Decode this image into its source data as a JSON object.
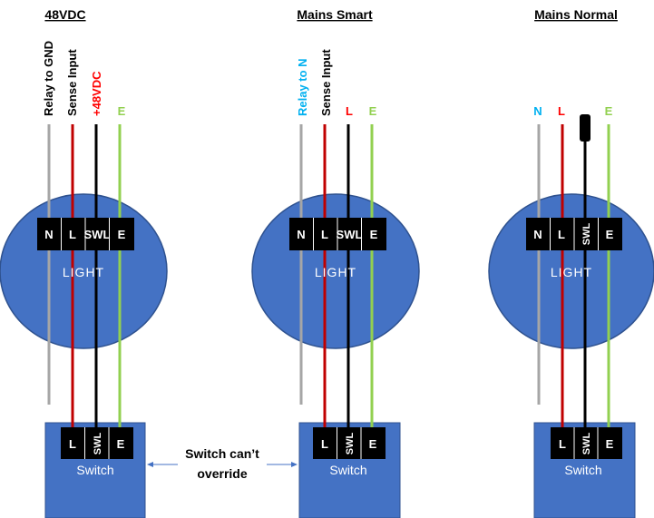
{
  "colors": {
    "light_fill": "#4472C4",
    "light_stroke": "#2F528F",
    "switch_fill": "#4472C4",
    "terminal_fill": "#000000",
    "wire_grey": "#A6A6A6",
    "wire_red": "#C00000",
    "wire_black": "#000000",
    "wire_green": "#92D050",
    "label_cyan": "#00B0F0",
    "label_red": "#FF0000",
    "label_green": "#92D050",
    "label_black": "#000000",
    "arrow": "#4472C4"
  },
  "sections": [
    {
      "header": "48VDC",
      "wire_labels": [
        {
          "text": "Relay to GND",
          "color": "label_black",
          "rotated": true
        },
        {
          "text": "Sense Input",
          "color": "label_black",
          "rotated": true
        },
        {
          "text": "+48VDC",
          "color": "label_red",
          "rotated": true
        },
        {
          "text": "E",
          "color": "label_green",
          "rotated": false
        }
      ],
      "light_terminals": [
        "N",
        "L",
        "SWL",
        "E"
      ],
      "light_label": "LIGHT",
      "switch_terminals": [
        "L",
        "SWL",
        "E"
      ],
      "switch_label": "Switch"
    },
    {
      "header": "Mains Smart",
      "wire_labels": [
        {
          "text": "Relay to N",
          "color": "label_cyan",
          "rotated": true
        },
        {
          "text": "Sense Input",
          "color": "label_black",
          "rotated": true
        },
        {
          "text": "L",
          "color": "label_red",
          "rotated": false
        },
        {
          "text": "E",
          "color": "label_green",
          "rotated": false
        }
      ],
      "light_terminals": [
        "N",
        "L",
        "SWL",
        "E"
      ],
      "light_label": "LIGHT",
      "switch_terminals": [
        "L",
        "SWL",
        "E"
      ],
      "switch_label": "Switch"
    },
    {
      "header": "Mains Normal",
      "wire_labels": [
        {
          "text": "N",
          "color": "label_cyan",
          "rotated": false
        },
        {
          "text": "L",
          "color": "label_red",
          "rotated": false
        },
        {
          "text": "",
          "color": "label_black",
          "rotated": false
        },
        {
          "text": "E",
          "color": "label_green",
          "rotated": false
        }
      ],
      "light_terminals": [
        "N",
        "L",
        "SWL",
        "E"
      ],
      "light_label": "LIGHT",
      "switch_terminals": [
        "L",
        "SWL",
        "E"
      ],
      "switch_label": "Switch"
    }
  ],
  "note": {
    "line1": "Switch can’t",
    "line2": "override"
  }
}
